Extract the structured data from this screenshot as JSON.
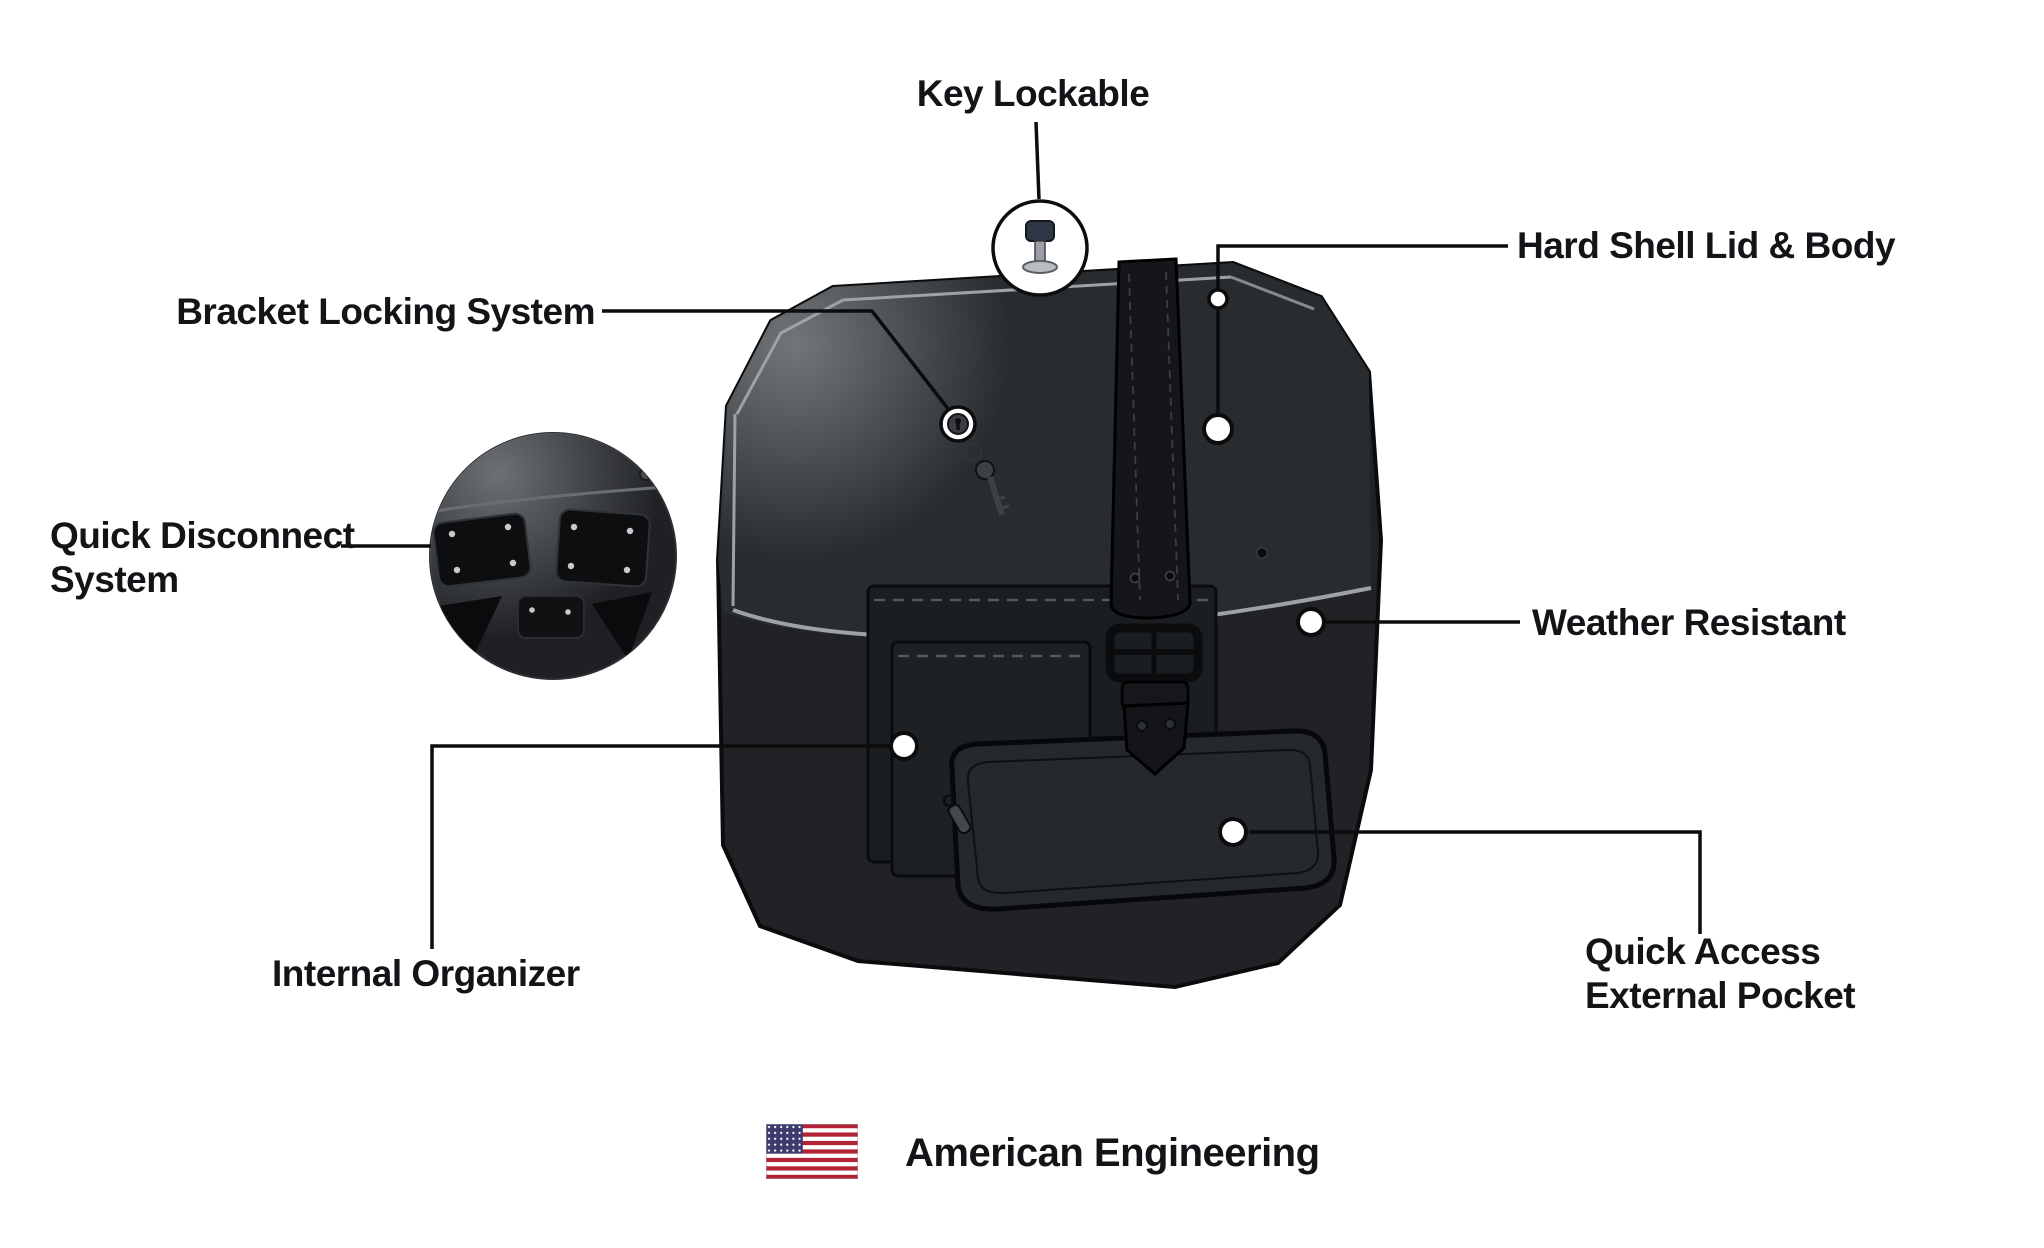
{
  "callouts": {
    "key_lockable": {
      "label": "Key Lockable"
    },
    "hard_shell": {
      "label": "Hard Shell Lid & Body"
    },
    "bracket_locking": {
      "label": "Bracket Locking System"
    },
    "quick_disconnect": {
      "label": "Quick Disconnect\nSystem"
    },
    "weather_resistant": {
      "label": "Weather Resistant"
    },
    "internal_organizer": {
      "label": "Internal Organizer"
    },
    "quick_access": {
      "label": "Quick Access\nExternal Pocket"
    }
  },
  "footer": {
    "label": "American Engineering"
  },
  "icons": {
    "key_badge": "key-icon",
    "keyhole": "keyhole-icon",
    "flag": "us-flag-icon"
  },
  "colors": {
    "background": "#ffffff",
    "text": "#131417",
    "line": "#0c0c0c",
    "marker_fill": "#ffffff",
    "bag_body": "#202225",
    "bag_lid": "#2a2d31",
    "bag_strap": "#141619",
    "piping": "#9ea2a5",
    "flag_red": "#b22234",
    "flag_blue": "#3c3b6e"
  }
}
